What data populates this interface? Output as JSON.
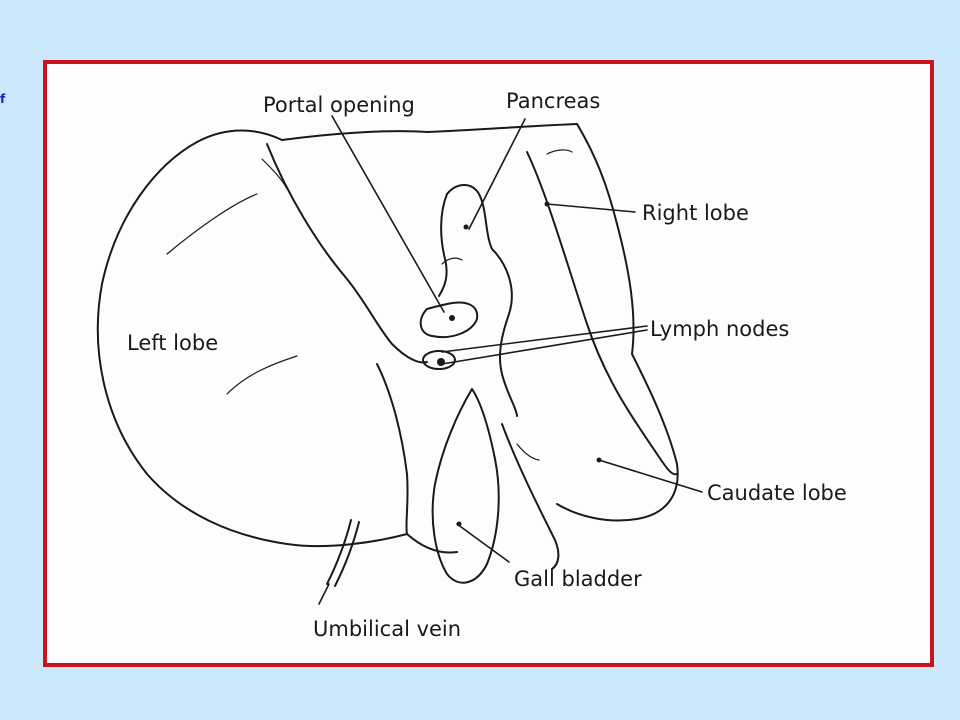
{
  "side_glyph": "f",
  "diagram": {
    "labels": {
      "portal_opening": "Portal opening",
      "pancreas": "Pancreas",
      "right_lobe": "Right lobe",
      "left_lobe": "Left lobe",
      "lymph_nodes": "Lymph nodes",
      "caudate_lobe": "Caudate lobe",
      "gall_bladder": "Gall bladder",
      "umbilical_vein": "Umbilical vein"
    }
  },
  "colors": {
    "background": "#cce8fb",
    "frame_border": "#c8141c",
    "ink": "#1a1a1a"
  }
}
